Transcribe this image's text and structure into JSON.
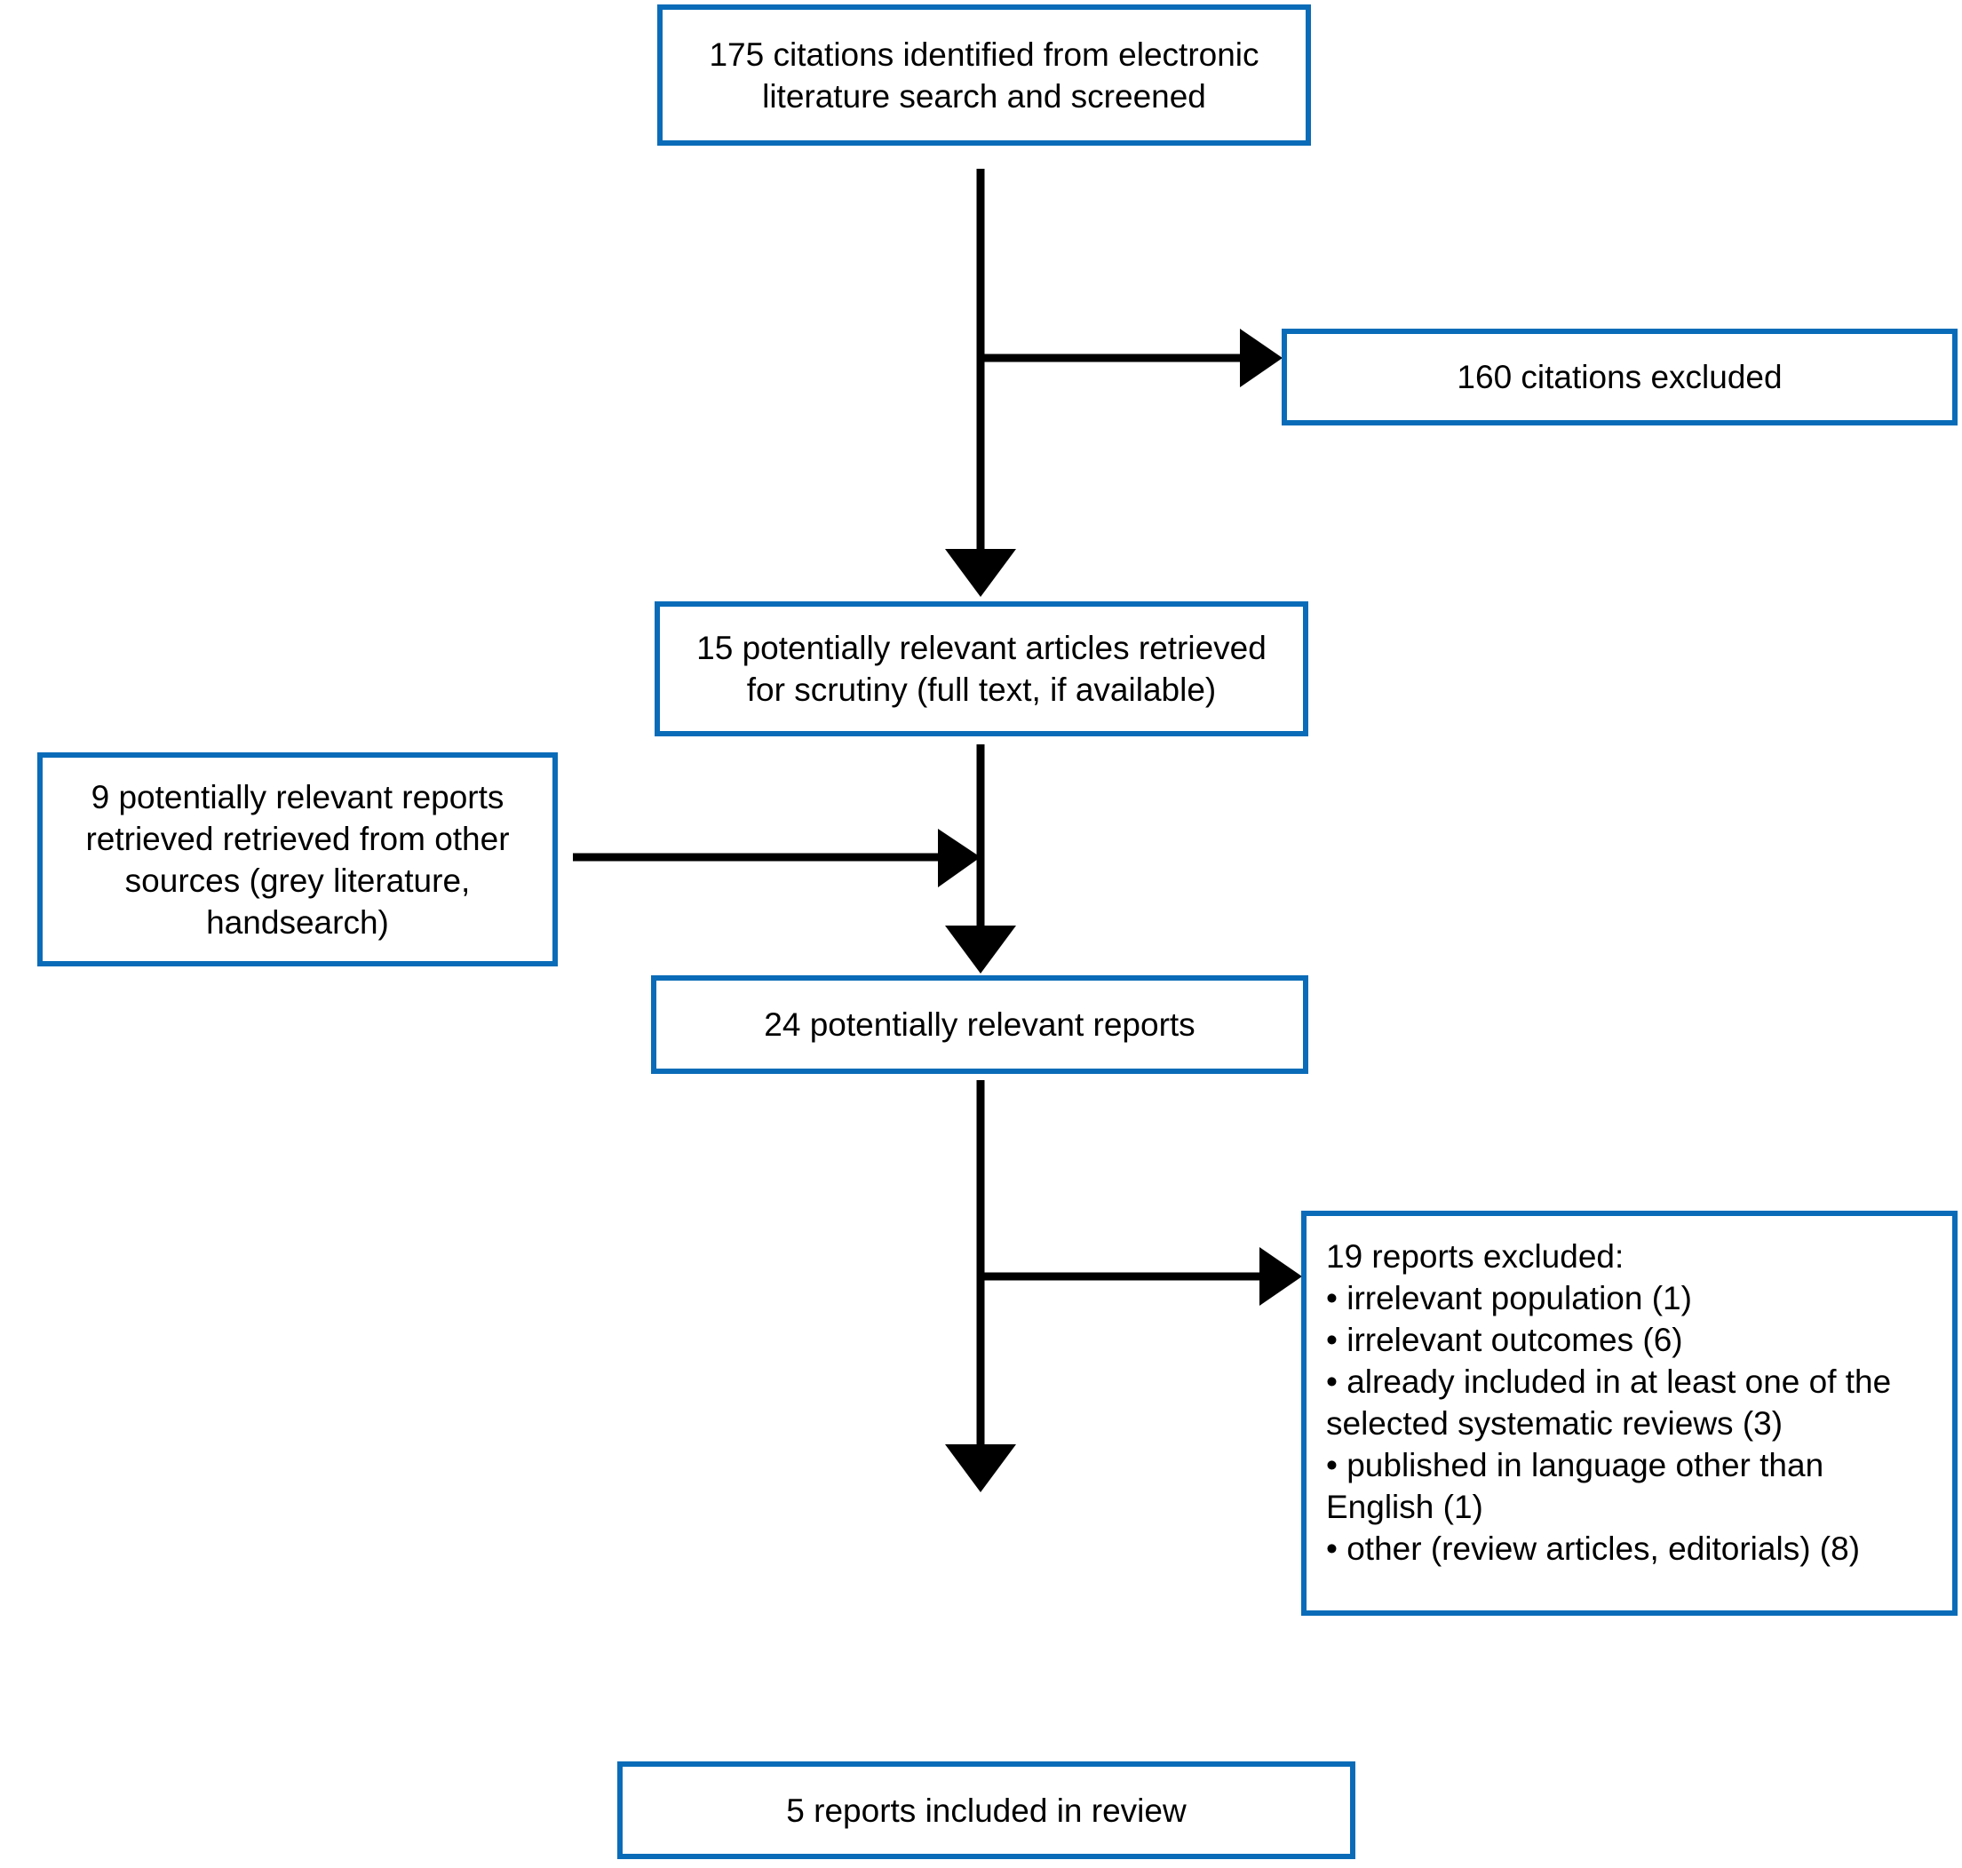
{
  "diagram": {
    "title": "PRISMA study selection flow diagram",
    "colors": {
      "box_border": "#0a6cb8",
      "connector": "#000000",
      "background": "#ffffff",
      "text": "#000000"
    },
    "nodes": {
      "identified": {
        "id": "identified",
        "text": "175 citations identified from electronic\nliterature search and screened",
        "count": 175,
        "align": "center"
      },
      "citations_excluded": {
        "id": "citations-excluded",
        "text": "160 citations excluded",
        "count": 160,
        "align": "center"
      },
      "retrieved_fulltext": {
        "id": "retrieved-fulltext",
        "text": "15 potentially relevant articles retrieved\nfor scrutiny (full text, if available)",
        "count": 15,
        "align": "center"
      },
      "other_sources": {
        "id": "other-sources",
        "text": "9 potentially relevant reports\nretrieved retrieved from other\nsources (grey literature,\nhandsearch)",
        "count": 9,
        "align": "center"
      },
      "relevant_reports": {
        "id": "relevant-reports",
        "text": "24 potentially relevant reports",
        "count": 24,
        "align": "center"
      },
      "reports_excluded": {
        "id": "reports-excluded",
        "text": "19 reports excluded:\n• irrelevant population (1)\n• irrelevant outcomes (6)\n• already included in at least one of the\nselected systematic reviews (3)\n• published in language other than\n  English (1)\n• other (review articles, editorials) (8)",
        "count": 19,
        "align": "left",
        "reasons": [
          {
            "label": "irrelevant population",
            "count": 1
          },
          {
            "label": "irrelevant outcomes",
            "count": 6
          },
          {
            "label": "already included in at least one of the selected systematic reviews",
            "count": 3
          },
          {
            "label": "published in language other than English",
            "count": 1
          },
          {
            "label": "other (review articles, editorials)",
            "count": 8
          }
        ]
      },
      "included": {
        "id": "included",
        "text": "5 reports included in review",
        "count": 5,
        "align": "center"
      }
    },
    "connectors": [
      {
        "id": "identified-to-retrieved",
        "kind": "vertical-arrow"
      },
      {
        "id": "identified-to-citations-excluded",
        "kind": "horizontal-arrow"
      },
      {
        "id": "retrieved-to-relevant",
        "kind": "vertical-arrow"
      },
      {
        "id": "other-sources-to-trunk",
        "kind": "horizontal-arrow"
      },
      {
        "id": "relevant-to-included",
        "kind": "vertical-arrow"
      },
      {
        "id": "relevant-to-reports-excluded",
        "kind": "horizontal-arrow"
      }
    ]
  }
}
